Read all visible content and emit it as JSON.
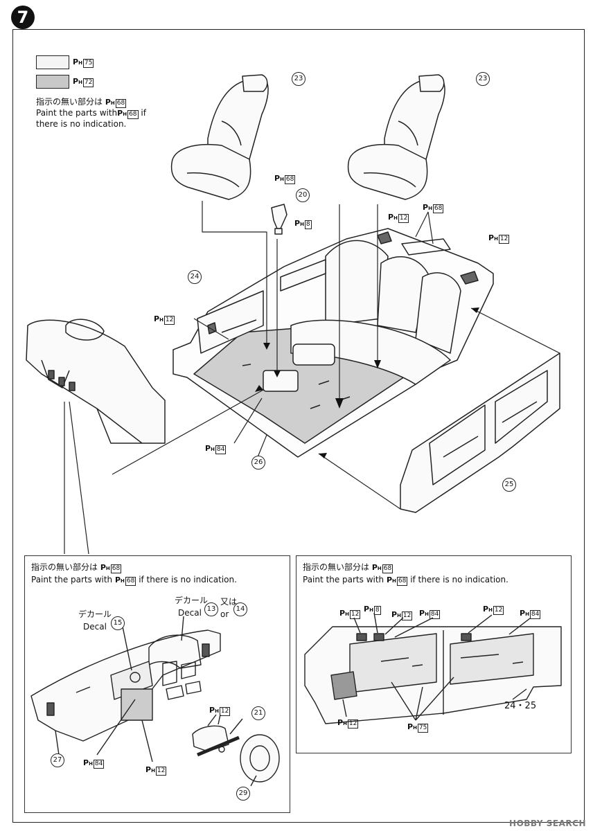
{
  "step": "7",
  "legend": {
    "items": [
      {
        "code": "75",
        "color": "#f4f4f4"
      },
      {
        "code": "72",
        "color": "#c8c8c8"
      }
    ],
    "note_jp": "指示の無い部分は",
    "note_code": "68",
    "note_en1": "Paint the parts with",
    "note_en2": "if",
    "note_en3": "there is no indication."
  },
  "ph_prefix": "P",
  "ph_sub": "H",
  "labels": {
    "p23a": "23",
    "p23b": "23",
    "p20": "20",
    "p24": "24",
    "p26": "26",
    "p25": "25",
    "c68a": "68",
    "c8a": "8",
    "c12a": "12",
    "c68b": "68",
    "c12b": "12",
    "c12c": "12",
    "c84a": "84"
  },
  "left_panel": {
    "note_jp": "指示の無い部分は",
    "note_code": "68",
    "note_en_a": "Paint the parts with",
    "note_en_b": "if there is no indication.",
    "decal1_jp": "デカール",
    "decal1_en": "Decal",
    "decal1_num": "15",
    "decal2_jp": "デカール",
    "decal2_en": "Decal",
    "decal2_num_a": "13",
    "decal2_or_jp": "又は",
    "decal2_or_en": "or",
    "decal2_num_b": "14",
    "p27": "27",
    "p21": "21",
    "p29": "29",
    "c84": "84",
    "c12a": "12",
    "c12b": "12"
  },
  "right_panel": {
    "note_jp": "指示の無い部分は",
    "note_code": "68",
    "note_en_a": "Paint the parts with",
    "note_en_b": "if there is no indication.",
    "c12a": "12",
    "c8": "8",
    "c12b": "12",
    "c84a": "84",
    "c12c": "12",
    "c84b": "84",
    "c12d": "12",
    "c75": "75",
    "p2425": "24・25"
  },
  "watermark": "HOBBY SEARCH"
}
